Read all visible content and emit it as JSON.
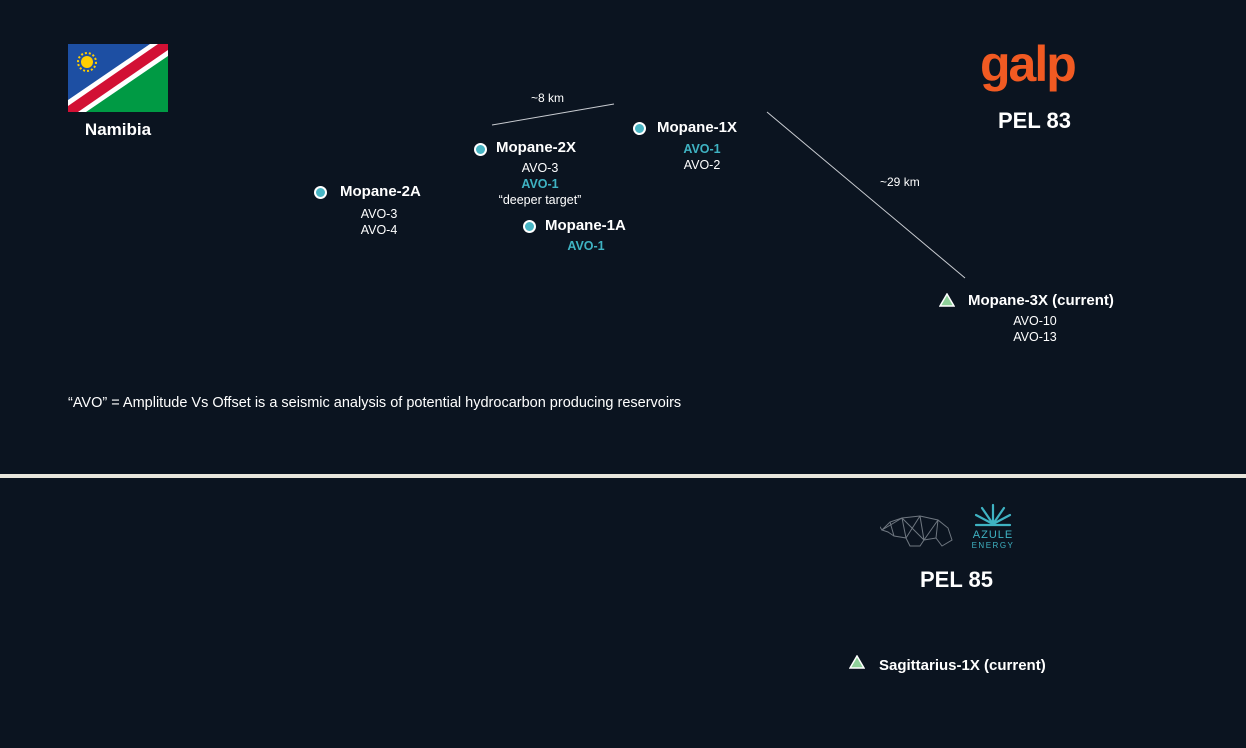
{
  "country": {
    "name": "Namibia",
    "flag_colors": {
      "blue": "#1d4fa3",
      "red": "#d21034",
      "green": "#009a44",
      "white": "#ffffff",
      "sun": "#ffce00"
    }
  },
  "pel83": {
    "logo_text": "galp",
    "logo_color": "#f15a22",
    "label": "PEL 83"
  },
  "pel85": {
    "logo_text_line1": "AZULE",
    "logo_text_line2": "ENERGY",
    "logo_color": "#3fb3c3",
    "label": "PEL 85"
  },
  "distances": {
    "short": "~8 km",
    "long": "~29 km"
  },
  "wells": {
    "mopane_2a": {
      "name": "Mopane-2A",
      "avo": [
        "AVO-3",
        "AVO-4"
      ]
    },
    "mopane_2x": {
      "name": "Mopane-2X",
      "avo": [
        "AVO-3"
      ],
      "avo_highlight": "AVO-1",
      "note": "“deeper target”"
    },
    "mopane_1x": {
      "name": "Mopane-1X",
      "avo_highlight": "AVO-1",
      "avo": [
        "AVO-2"
      ]
    },
    "mopane_1a": {
      "name": "Mopane-1A",
      "avo_highlight": "AVO-1"
    },
    "mopane_3x": {
      "name": "Mopane-3X (current)",
      "avo": [
        "AVO-10",
        "AVO-13"
      ]
    },
    "sagittarius_1x": {
      "name": "Sagittarius-1X (current)"
    }
  },
  "legend": {
    "avo_note": "“AVO” = Amplitude Vs Offset is a seismic analysis of potential hydrocarbon producing reservoirs"
  },
  "colors": {
    "background": "#0b1420",
    "accent_teal": "#3fb3c3",
    "divider": "#e8e6dc",
    "marker_triangle": "#8fd19a"
  },
  "icons": {
    "existing_well": "circle-marker",
    "current_well": "triangle-marker",
    "rhino_logo": "rhino-icon",
    "azule_logo": "sunburst-icon"
  }
}
